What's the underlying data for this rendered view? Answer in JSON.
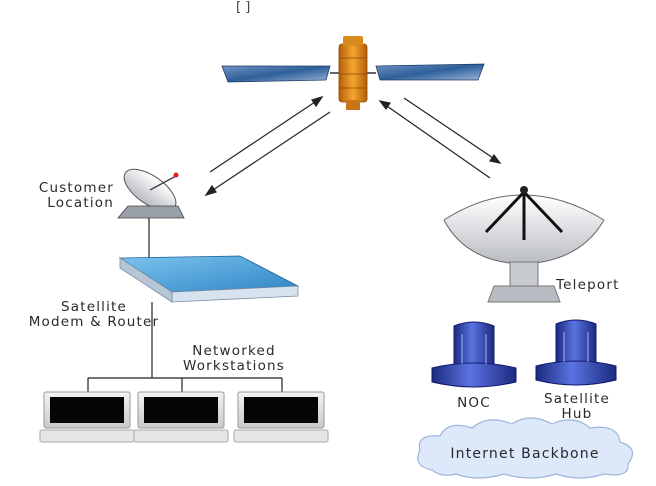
{
  "top_fragment": "[ ]",
  "labels": {
    "customer_location": "Customer\nLocation",
    "satellite_modem_router": "Satellite\nModem & Router",
    "networked_workstations": "Networked\nWorkstations",
    "teleport": "Teleport",
    "noc": "NOC",
    "satellite_hub": "Satellite\nHub",
    "internet_backbone": "Internet Backbone"
  },
  "colors": {
    "satellite_body": "#e8901a",
    "solar_panel": "#2f5f9a",
    "modem_top": "#4aa3dc",
    "server": "#2b3ea8",
    "cloud": "#dde8fb",
    "line": "#222222"
  },
  "icons": [
    "satellite-icon",
    "customer-dish-icon",
    "modem-icon",
    "workstation-icon",
    "teleport-dish-icon",
    "server-icon",
    "cloud-icon"
  ]
}
